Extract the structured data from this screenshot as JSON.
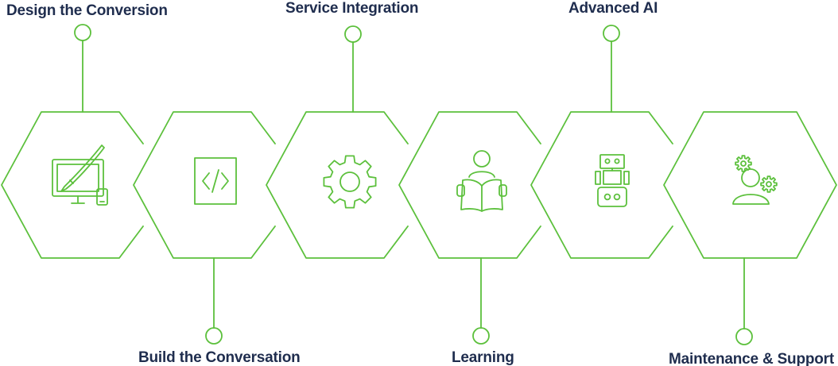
{
  "colors": {
    "accent": "#5cc03c",
    "label": "#1f2d4e",
    "background": "#ffffff"
  },
  "stages": [
    {
      "label": "Design the Conversion",
      "position": "top",
      "icon": "monitor-brush-icon"
    },
    {
      "label": "Build the Conversation",
      "position": "bottom",
      "icon": "code-icon"
    },
    {
      "label": "Service Integration",
      "position": "top",
      "icon": "gear-icon"
    },
    {
      "label": "Learning",
      "position": "bottom",
      "icon": "reading-person-icon"
    },
    {
      "label": "Advanced AI",
      "position": "top",
      "icon": "robot-icon"
    },
    {
      "label": "Maintenance & Support",
      "position": "bottom",
      "icon": "person-gears-icon"
    }
  ]
}
